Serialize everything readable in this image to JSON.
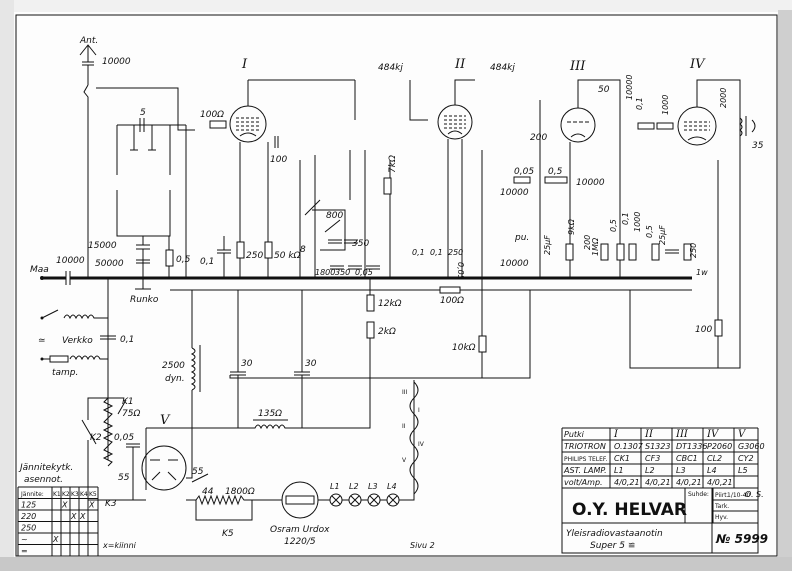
{
  "document": {
    "company": "O.Y. HELVAR",
    "product_title_line1": "Yleisradiovastaanotin",
    "product_title_line2": "Super 5 ≌",
    "drawing_number": "№ 5999",
    "page": "Sivu 2",
    "signature": {
      "suhde_label": "Suhde:",
      "piirt_label": "Piirt.",
      "piirt_date": "1/10-40",
      "piirt_initials": "O. S.",
      "tark_label": "Tark.",
      "hyv_label": "Hyv."
    }
  },
  "tube_table": {
    "header": [
      "Putki",
      "I",
      "II",
      "III",
      "IV",
      "V"
    ],
    "rows": [
      [
        "TRIOTRON",
        "O.1307",
        "S1323",
        "DT1336",
        "P2060",
        "G3060"
      ],
      [
        "PHILIPS TELEF.",
        "CK1",
        "CF3",
        "CBC1",
        "CL2",
        "CY2"
      ],
      [
        "AST. LAMP.",
        "L1",
        "L2",
        "L3",
        "L4",
        "L5"
      ],
      [
        "volt/Amp.",
        "4/0,21",
        "4/0,21",
        "4/0,21",
        "4/0,21",
        ""
      ]
    ]
  },
  "voltage_table": {
    "title_line1": "Jännitekytk.",
    "title_line2": "asennot.",
    "header": [
      "Jännite:",
      "K1",
      "K2",
      "K3",
      "K4",
      "K5"
    ],
    "rows": [
      [
        "125",
        "",
        "X",
        "",
        "",
        "X"
      ],
      [
        "220",
        "",
        "",
        "X",
        "X",
        ""
      ],
      [
        "250",
        "",
        "",
        "",
        "",
        ""
      ],
      [
        "~",
        "X",
        "",
        "",
        "",
        ""
      ],
      [
        "=",
        "",
        "",
        "",
        "",
        ""
      ]
    ],
    "legend": "x=kiinni"
  },
  "schematic": {
    "tube_labels": [
      "I",
      "II",
      "III",
      "IV",
      "V"
    ],
    "antenna": {
      "label": "Ant.",
      "cap": "10000"
    },
    "ground": {
      "label": "Maa",
      "cap": "10000"
    },
    "chassis_label": "Runko",
    "mains_label": "Verkko",
    "mains_cap": "0,1",
    "fuse_label": "tamp.",
    "if_labels": [
      "484kj",
      "484kj"
    ],
    "component_labels": {
      "c_5": "5",
      "r_100_grid": "100Ω",
      "c_15000": "15000",
      "c_50000": "50000",
      "r_0_5": "0,5",
      "c_0_1_a": "0,1",
      "r_250_a": "250",
      "c_100": "100",
      "r_50k": "50 kΩ",
      "c_8": "8",
      "c_800": "800",
      "c_350_a": "350",
      "c_1800": "1800",
      "c_350_b": "350",
      "c_0_05": "0,05",
      "r_7k": "7kΩ",
      "c_0_1_b": "0,1",
      "c_0_1_c": "0,1",
      "r_250_b": "250",
      "c_0_05_b": "0,05",
      "r_12k": "12kΩ",
      "r_2k": "2kΩ",
      "r_100_bus": "100Ω",
      "r_10k": "10kΩ",
      "c_200": "200",
      "r_0_05_vol": "0,05",
      "pot_0_5": "0,5",
      "c_10000_a": "10000",
      "c_10000_b": "10000",
      "c_10000_c": "10000",
      "pu_label": "pu.",
      "c_25uf_a": "25µF",
      "r_9k": "9kΩ",
      "c_200_b": "200",
      "r_1m": "1MΩ",
      "c_50": "50",
      "c_10000_d": "10000",
      "c_0_1_d": "0,1",
      "r_1000": "1000",
      "r_0_5_b": "0,5",
      "r_0_1": "0,1",
      "r_1000_b": "1000",
      "r_0_5_c": "0,5",
      "c_25uf_b": "25µF",
      "r_250_c": "250",
      "r_1w": "1w",
      "c_2000": "2000",
      "speaker": "35",
      "r_100_hv": "100",
      "choke_2500": "2500",
      "choke_dyn": "dyn.",
      "c_30_a": "30",
      "c_30_b": "30",
      "choke_135": "135Ω",
      "k1": "K1",
      "k1_r": "75Ω",
      "k2": "K2",
      "k3": "K3",
      "k5": "K5",
      "c_0_05_rect": "0,05",
      "r_55": "55",
      "r_55_b": "55",
      "r_44": "44",
      "r_1800": "1800Ω",
      "urdox_1": "Osram Urdox",
      "urdox_2": "1220/5",
      "lamps": [
        "L1",
        "L2",
        "L3",
        "L4"
      ],
      "filaments": [
        "III",
        "I",
        "II",
        "IV",
        "V"
      ]
    }
  }
}
